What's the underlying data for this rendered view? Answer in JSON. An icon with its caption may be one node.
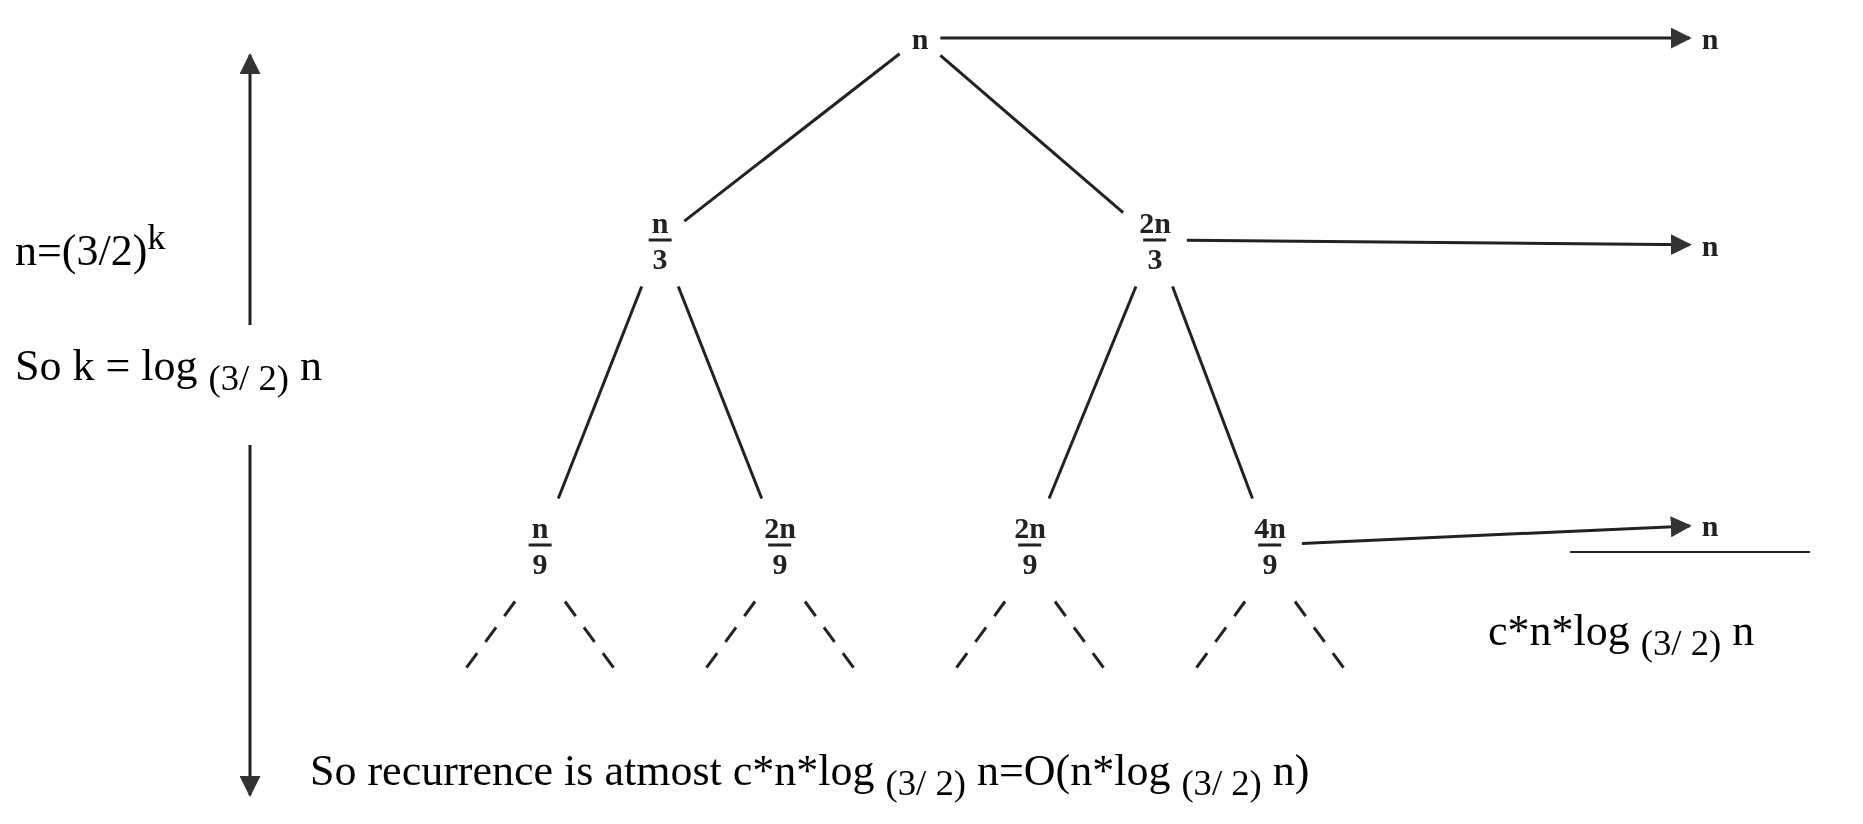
{
  "diagram": {
    "nodes": [
      {
        "text": [
          "n"
        ]
      },
      {
        "text": [
          "n",
          "3"
        ]
      },
      {
        "text": [
          "2n",
          "3"
        ]
      },
      {
        "text": [
          "n",
          "9"
        ]
      },
      {
        "text": [
          "2n",
          "9"
        ]
      },
      {
        "text": [
          "2n",
          "9"
        ]
      },
      {
        "text": [
          "4n",
          "9"
        ]
      },
      {
        "text": [
          "n"
        ]
      },
      {
        "text": [
          "n"
        ]
      },
      {
        "text": [
          "n"
        ]
      }
    ],
    "edges": [
      {
        "from": 0,
        "to": 1,
        "arrow": "none"
      },
      {
        "from": 0,
        "to": 2,
        "arrow": "none"
      },
      {
        "from": 1,
        "to": 3,
        "arrow": "none"
      },
      {
        "from": 1,
        "to": 4,
        "arrow": "none"
      },
      {
        "from": 2,
        "to": 5,
        "arrow": "none"
      },
      {
        "from": 2,
        "to": 6,
        "arrow": "none"
      },
      {
        "from": 0,
        "to": 7,
        "arrow": "to"
      },
      {
        "from": 2,
        "to": 8,
        "arrow": "to"
      },
      {
        "from": 6,
        "to": 9,
        "arrow": "to"
      },
      {
        "from": 3,
        "to": null,
        "arrow": "none",
        "style": "dashed"
      },
      {
        "from": 3,
        "to": null,
        "arrow": "none",
        "style": "dashed"
      },
      {
        "from": 4,
        "to": null,
        "arrow": "none",
        "style": "dashed"
      },
      {
        "from": 4,
        "to": null,
        "arrow": "none",
        "style": "dashed"
      },
      {
        "from": 5,
        "to": null,
        "arrow": "none",
        "style": "dashed"
      },
      {
        "from": 5,
        "to": null,
        "arrow": "none",
        "style": "dashed"
      },
      {
        "from": 6,
        "to": null,
        "arrow": "none",
        "style": "dashed"
      },
      {
        "from": 6,
        "to": null,
        "arrow": "none",
        "style": "dashed"
      }
    ],
    "labels": [
      "n=(3/2)$^{k}$",
      "So k = log $_{(3/ 2)}$ n",
      "c*n*log $_{(3/ 2)}$ n",
      "So recurrence is atmost c*n*log $_{(3/ 2)}$ n=O(n*log $_{(3/ 2)}$ n)"
    ]
  }
}
